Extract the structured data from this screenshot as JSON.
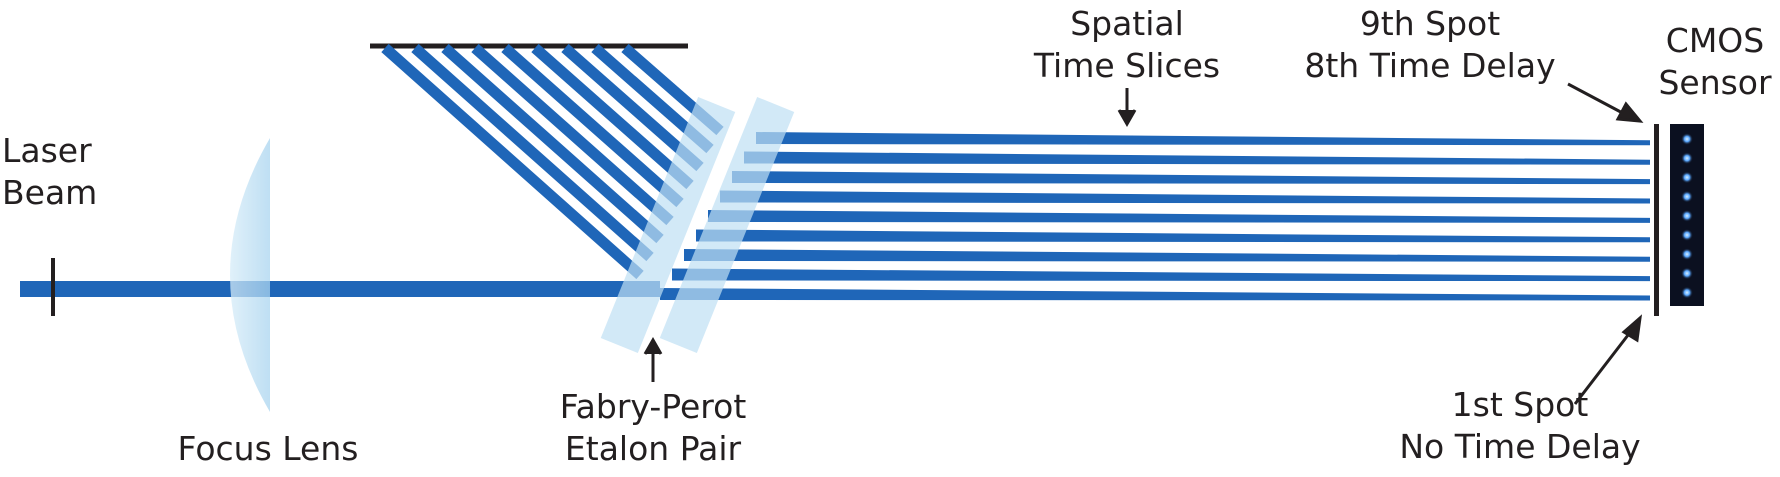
{
  "labels": {
    "laser_beam": [
      "Laser",
      "Beam"
    ],
    "focus_lens": "Focus Lens",
    "etalon": [
      "Fabry-Perot",
      "Etalon Pair"
    ],
    "spatial_slices": [
      "Spatial",
      "Time Slices"
    ],
    "ninth_spot": [
      "9th Spot",
      "8th Time Delay"
    ],
    "first_spot": [
      "1st Spot",
      "No Time Delay"
    ],
    "cmos": [
      "CMOS",
      "Sensor"
    ]
  },
  "beams": {
    "count": 9
  },
  "colors": {
    "beam": "#1f66b8",
    "glass": "#bfe0f4",
    "ink": "#231f20",
    "sensor_body": "#0b1020",
    "sensor_spot": "#5aa8ff"
  }
}
